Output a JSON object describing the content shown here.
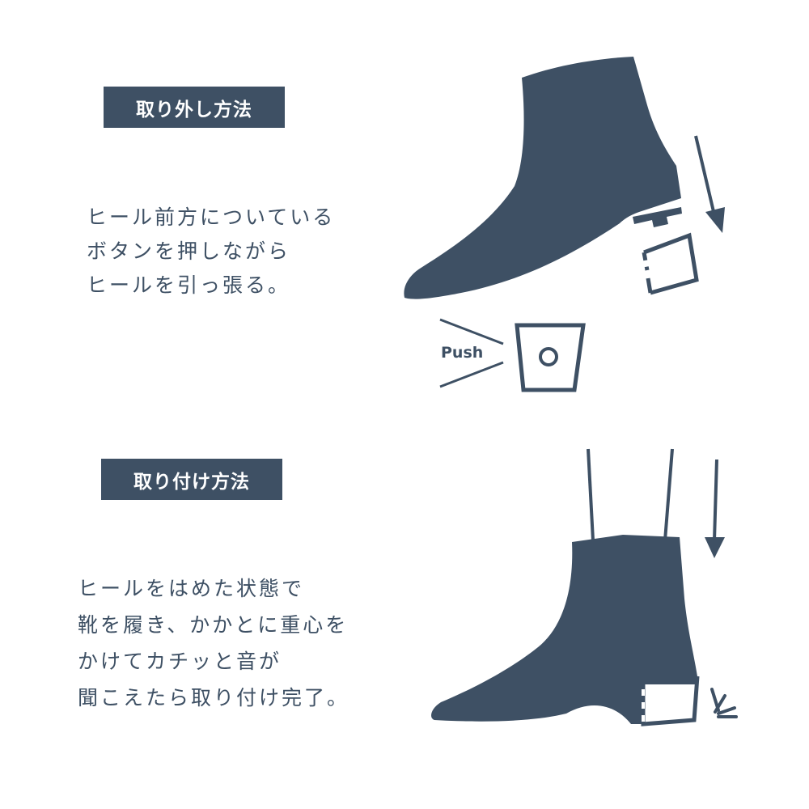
{
  "colors": {
    "primary": "#3e5064",
    "background": "#ffffff"
  },
  "removal": {
    "heading": "取り外し方法",
    "lines": [
      "ヒール前方についている",
      "ボタンを押しながら",
      "ヒールを引っ張る。"
    ],
    "push_label": "Push"
  },
  "attach": {
    "heading": "取り付け方法",
    "lines": [
      "ヒールをはめた状態で",
      "靴を履き、かかとに重心を",
      "かけてカチッと音が",
      "聞こえたら取り付け完了。"
    ]
  },
  "icons": [
    "boot-icon",
    "heel-block-icon",
    "down-arrow-icon",
    "push-button-icon",
    "click-burst-icon"
  ]
}
